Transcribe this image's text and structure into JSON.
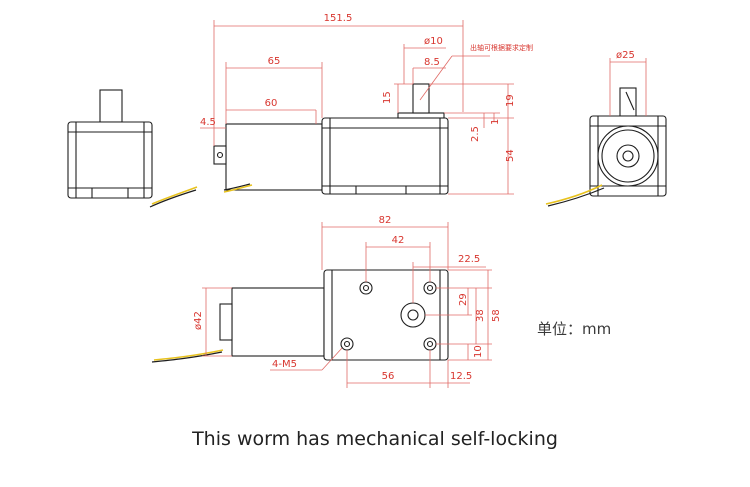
{
  "dims": {
    "len_151_5": "151.5",
    "len_65": "65",
    "len_60": "60",
    "len_4_5": "4.5",
    "dia_10": "ø10",
    "len_8_5": "8.5",
    "len_15": "15",
    "len_19": "19",
    "len_2_5": "2.5",
    "len_1": "1",
    "len_54": "54",
    "dia_25": "ø25",
    "len_82": "82",
    "len_42": "42",
    "len_22_5": "22.5",
    "len_29": "29",
    "len_38": "38",
    "len_58": "58",
    "len_10": "10",
    "dia_42": "ø42",
    "len_56": "56",
    "len_12_5": "12.5",
    "thread": "4-M5"
  },
  "note_cn": "出轴可根据要求定制",
  "unit_label": "单位：mm",
  "caption": "This worm has mechanical self-locking"
}
